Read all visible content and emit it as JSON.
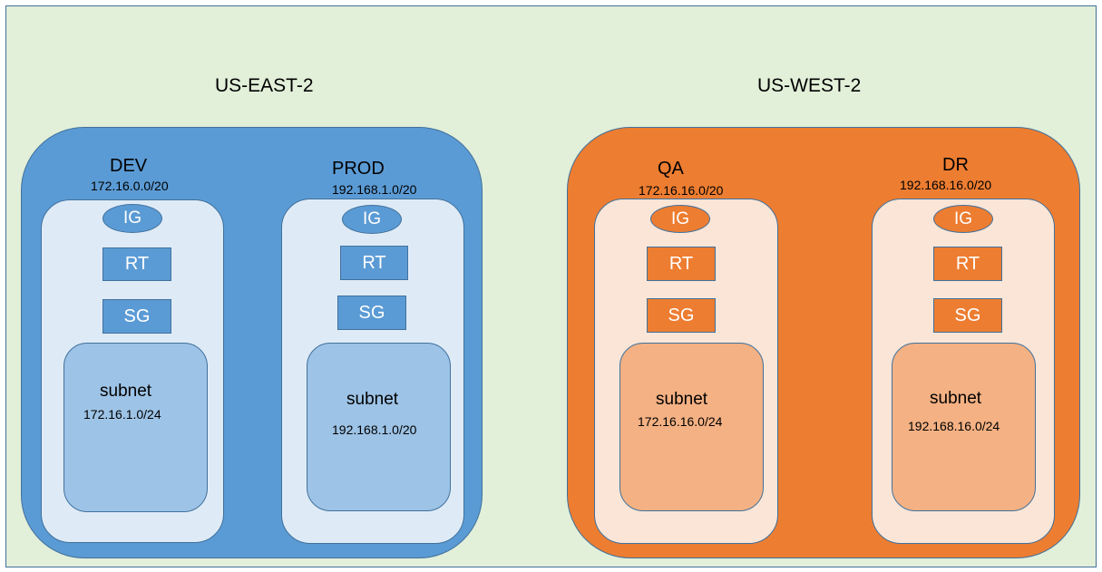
{
  "colors": {
    "background": "#e2efd9",
    "outline": "#41719c",
    "east_region": "#5b9bd5",
    "east_vpc": "#deebf7",
    "east_subnet": "#9dc3e6",
    "west_region": "#ed7d31",
    "west_vpc": "#fbe5d6",
    "west_subnet": "#f4b183"
  },
  "regions": {
    "east": {
      "title": "US-EAST-2",
      "vpcs": {
        "dev": {
          "name": "DEV",
          "cidr": "172.16.0.0/20",
          "ig": "IG",
          "rt": "RT",
          "sg": "SG",
          "subnet_label": "subnet",
          "subnet_cidr": "172.16.1.0/24"
        },
        "prod": {
          "name": "PROD",
          "cidr": "192.168.1.0/20",
          "ig": "IG",
          "rt": "RT",
          "sg": "SG",
          "subnet_label": "subnet",
          "subnet_cidr": "192.168.1.0/20"
        }
      }
    },
    "west": {
      "title": "US-WEST-2",
      "vpcs": {
        "qa": {
          "name": "QA",
          "cidr": "172.16.16.0/20",
          "ig": "IG",
          "rt": "RT",
          "sg": "SG",
          "subnet_label": "subnet",
          "subnet_cidr": "172.16.16.0/24"
        },
        "dr": {
          "name": "DR",
          "cidr": "192.168.16.0/20",
          "ig": "IG",
          "rt": "RT",
          "sg": "SG",
          "subnet_label": "subnet",
          "subnet_cidr": "192.168.16.0/24"
        }
      }
    }
  }
}
